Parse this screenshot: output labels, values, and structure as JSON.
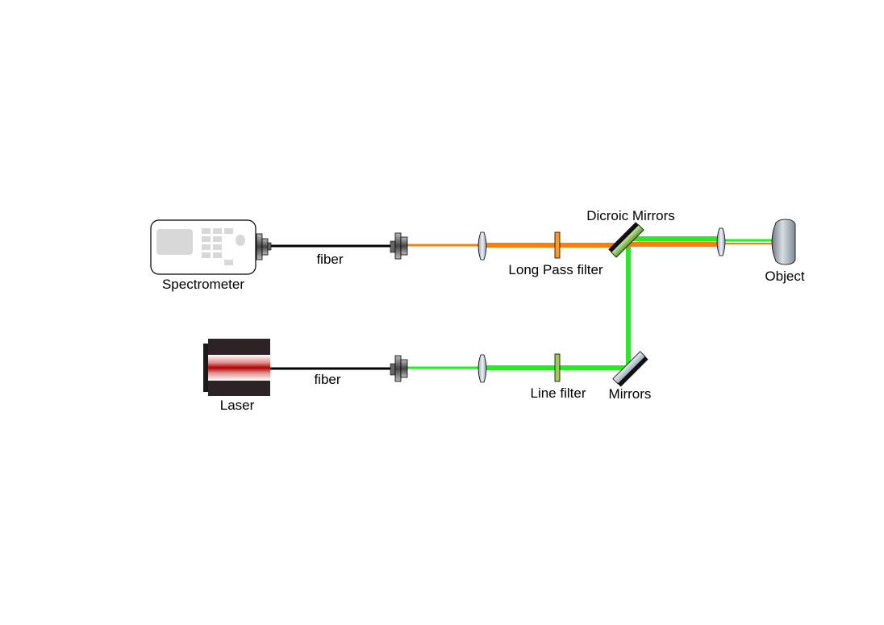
{
  "labels": {
    "spectrometer": "Spectrometer",
    "fiber_top": "fiber",
    "fiber_bottom": "fiber",
    "laser": "Laser",
    "long_pass_filter": "Long Pass filter",
    "dicroic_mirrors": "Dicroic Mirrors",
    "object": "Object",
    "line_filter": "Line filter",
    "mirrors": "Mirrors"
  },
  "colors": {
    "laser_beam": "#22ee22",
    "signal_beam": "#ff8000",
    "fiber": "#000000",
    "laser_core": "#cc1111",
    "laser_body": "#2b2326",
    "lens": "#c8d2e0",
    "long_pass_filter": "#ff9922",
    "line_filter": "#99cc55",
    "object": "#9aa4ae"
  }
}
